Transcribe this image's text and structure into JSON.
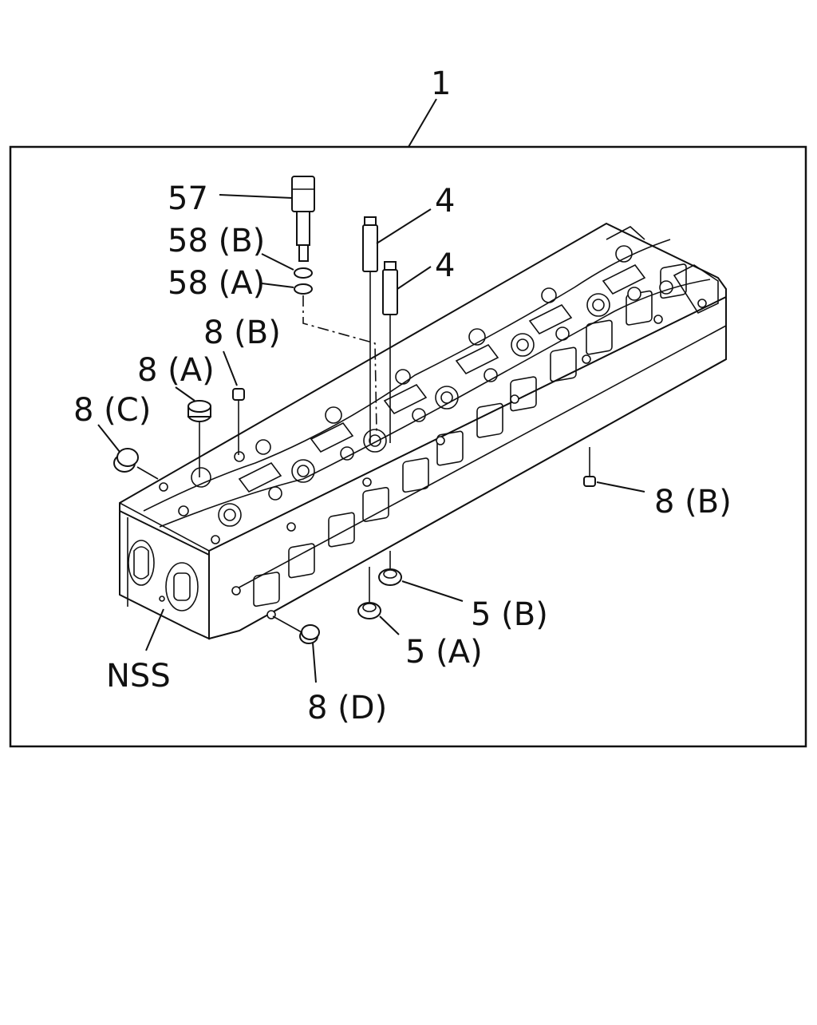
{
  "diagram": {
    "labels": {
      "assembly": "1",
      "p57": "57",
      "p58b": "58 (B)",
      "p58a": "58 (A)",
      "p4_top": "4",
      "p4_bottom": "4",
      "p8b_top": "8 (B)",
      "p8a": "8 (A)",
      "p8c": "8 (C)",
      "p8b_right": "8 (B)",
      "p5b": "5 (B)",
      "p5a": "5 (A)",
      "nss": "NSS",
      "p8d": "8 (D)"
    }
  }
}
